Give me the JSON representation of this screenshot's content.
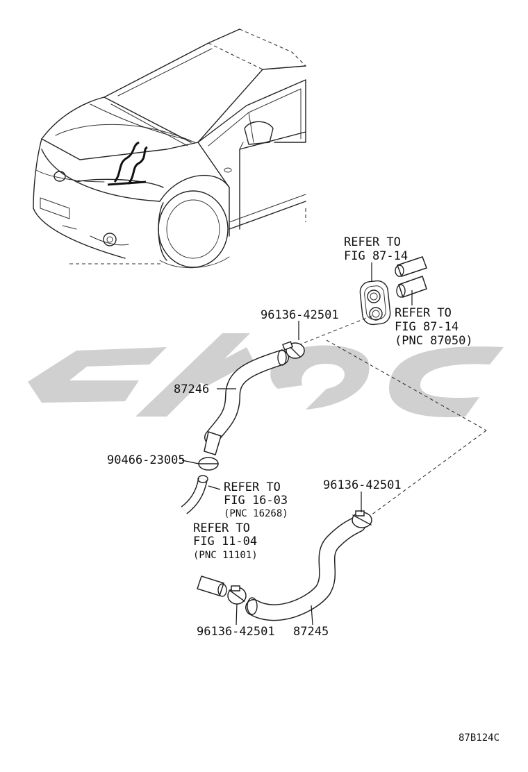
{
  "diagram_code": "87B124C",
  "watermark": {
    "color": "#c8c8c8"
  },
  "callouts": {
    "top_refer_line1": "REFER TO",
    "top_refer_line2": "FIG 87-14",
    "right_refer_line1": "REFER TO",
    "right_refer_line2": "FIG 87-14",
    "right_refer_line3": "(PNC 87050)",
    "clamp_top": "96136-42501",
    "hose_upper": "87246",
    "clip_left": "90466-23005",
    "mid_refer_line1": "REFER TO",
    "mid_refer_line2": "FIG 16-03",
    "mid_refer_line3": "(PNC 16268)",
    "clamp_right": "96136-42501",
    "low_refer_line1": "REFER TO",
    "low_refer_line2": "FIG 11-04",
    "low_refer_line3": "(PNC 11101)",
    "clamp_bottom": "96136-42501",
    "hose_lower": "87245"
  }
}
